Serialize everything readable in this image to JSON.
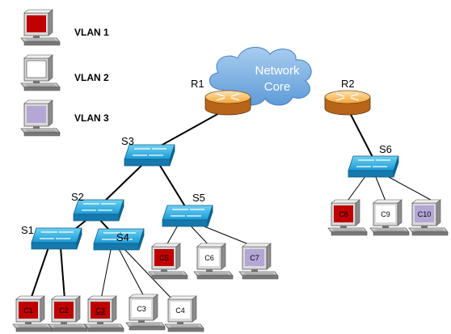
{
  "vlan_colors": {
    "vlan1": "#c00000",
    "vlan2": "#ffffff",
    "vlan3": "#b4a7d6"
  },
  "legend": [
    {
      "label": "VLAN 1",
      "color": "#c00000"
    },
    {
      "label": "VLAN 2",
      "color": "#ffffff"
    },
    {
      "label": "VLAN 3",
      "color": "#b4a7d6"
    }
  ],
  "cloud": {
    "line1": "Network",
    "line2": "Core"
  },
  "routers": {
    "r1": "R1",
    "r2": "R2"
  },
  "switches": {
    "s1": "S1",
    "s2": "S2",
    "s3": "S3",
    "s4": "S4",
    "s5": "S5",
    "s6": "S6"
  },
  "computers": {
    "c1": "C1",
    "c2": "C2",
    "c3a": "C3",
    "c3b": "C3",
    "c4": "C4",
    "c5": "C5",
    "c6": "C6",
    "c7": "C7",
    "c8": "C8",
    "c9": "C9",
    "c10": "C10"
  },
  "icons": {
    "router": "router-icon",
    "switch": "switch-icon",
    "computer": "computer-icon",
    "cloud": "cloud-icon"
  }
}
